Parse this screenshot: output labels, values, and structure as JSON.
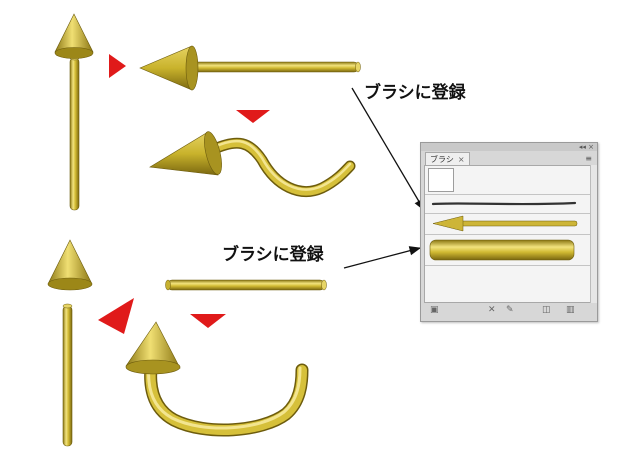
{
  "labels": {
    "register_top": "ブラシに登録",
    "register_mid": "ブラシに登録"
  },
  "panel": {
    "tab_label": "ブラシ",
    "tab_close": "×",
    "menu_icon": "≡",
    "window_controls": "◂◂ ×",
    "bottom_icons": [
      "brush-libraries-icon",
      "remove-stroke-icon",
      "brush-options-icon",
      "new-brush-icon",
      "delete-brush-icon"
    ]
  },
  "colors": {
    "gold": "#c9b32c",
    "gold_light": "#f2e58c",
    "gold_dark": "#7d6a10",
    "pointer_red": "#e01a1a",
    "panel_bg": "#d7d7d7"
  }
}
